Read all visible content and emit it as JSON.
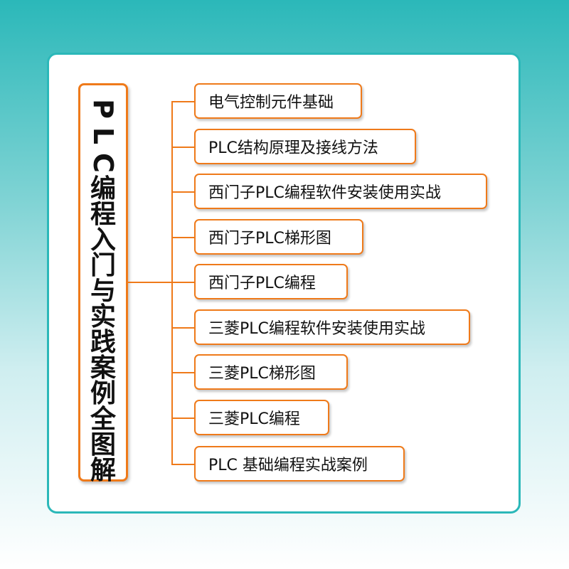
{
  "title": {
    "chars": [
      "P",
      "L",
      "C",
      "编",
      "程",
      "入",
      "门",
      "与",
      "实",
      "践",
      "案",
      "例",
      "全",
      "图",
      "解"
    ]
  },
  "items": [
    {
      "label": "电气控制元件基础"
    },
    {
      "label": "PLC结构原理及接线方法"
    },
    {
      "label": "西门子PLC编程软件安装使用实战"
    },
    {
      "label": "西门子PLC梯形图"
    },
    {
      "label": "西门子PLC编程"
    },
    {
      "label": "三菱PLC编程软件安装使用实战"
    },
    {
      "label": "三菱PLC梯形图"
    },
    {
      "label": "三菱PLC编程"
    },
    {
      "label": "PLC 基础编程实战案例"
    }
  ],
  "colors": {
    "accent": "#ef7a1a",
    "card_border": "#2bb8b9",
    "background_top": "#2bb8b9"
  }
}
